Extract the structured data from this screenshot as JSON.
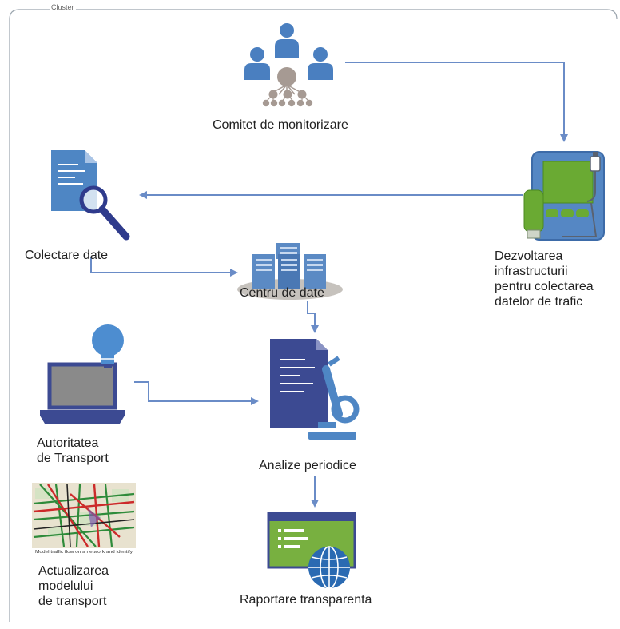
{
  "cluster": {
    "title": "Cluster"
  },
  "colors": {
    "arrow": "#6a8cc7",
    "person_blue": "#4a7fc0",
    "person_gray": "#a69a93",
    "document": "#4e86c4",
    "device_green": "#6aaa33",
    "server_blue": "#5b8ac4",
    "laptop_gray": "#8a8a8a",
    "navy": "#3c4a92",
    "report_green": "#78b040",
    "globe_blue": "#2a6ab2"
  },
  "nodes": {
    "committee": {
      "label": "Comitet de monitorizare",
      "icon": "committee-icon"
    },
    "infrastructure": {
      "label_lines": [
        "Dezvoltarea",
        "infrastructurii",
        "pentru colectarea",
        "datelor de trafic"
      ],
      "icon": "traffic-device-icon"
    },
    "data_collection": {
      "label": "Colectare date",
      "icon": "document-search-icon"
    },
    "data_center": {
      "label": "Centru de date",
      "icon": "server-rack-icon"
    },
    "transport_authority": {
      "label_lines": [
        "Autoritatea",
        "de Transport"
      ],
      "icon": "laptop-lightbulb-icon"
    },
    "periodic_analysis": {
      "label": "Analize periodice",
      "icon": "document-microscope-icon"
    },
    "model_update": {
      "label_lines": [
        "Actualizarea",
        "modelului",
        "de transport"
      ],
      "icon": "traffic-map-thumbnail",
      "map_caption": "Model traffic flow on a network and identify"
    },
    "reporting": {
      "label": "Raportare transparenta",
      "icon": "report-globe-icon"
    }
  }
}
